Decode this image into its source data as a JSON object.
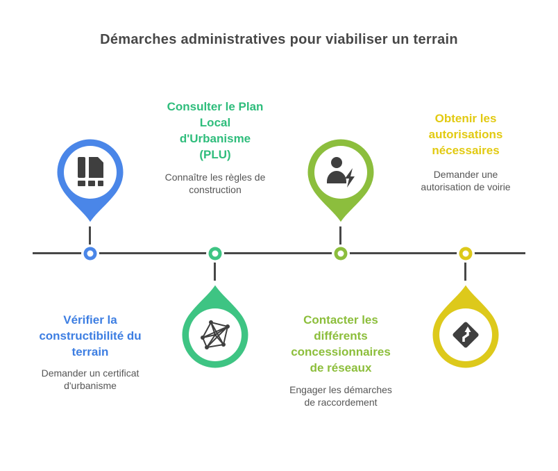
{
  "title": "Démarches administratives pour viabiliser un terrain",
  "colors": {
    "title_text": "#474747",
    "timeline_line": "#474747",
    "icon_glyph": "#3f3f3f",
    "description_text": "#555555",
    "blue": "#4a86e8",
    "teal_green": "#3ec483",
    "lime_green": "#8cbe3d",
    "yellow": "#ddc91b"
  },
  "milestones": [
    {
      "heading": "Vérifier la\nconstructibilité du\nterrain",
      "description": "Demander un certificat\nd'urbanisme",
      "color": "#4a86e8",
      "heading_color": "#3d7ee2",
      "icon": "blueprint-icon",
      "pin_position": "above-line"
    },
    {
      "heading": "Consulter le Plan\nLocal\nd'Urbanisme\n(PLU)",
      "description": "Connaître les règles de\nconstruction",
      "color": "#3ec483",
      "heading_color": "#2fbd7c",
      "icon": "network-icon",
      "pin_position": "below-line"
    },
    {
      "heading": "Contacter les\ndifférents\nconcessionnaires\nde réseaux",
      "description": "Engager les démarches\nde raccordement",
      "color": "#8cbe3d",
      "heading_color": "#8cbe3b",
      "icon": "person-energy-icon",
      "pin_position": "above-line"
    },
    {
      "heading": "Obtenir les\nautorisations\nnécessaires",
      "description": "Demander une\nautorisation de voirie",
      "color": "#ddc91b",
      "heading_color": "#e2ca12",
      "icon": "winding-road-sign-icon",
      "pin_position": "below-line"
    }
  ]
}
